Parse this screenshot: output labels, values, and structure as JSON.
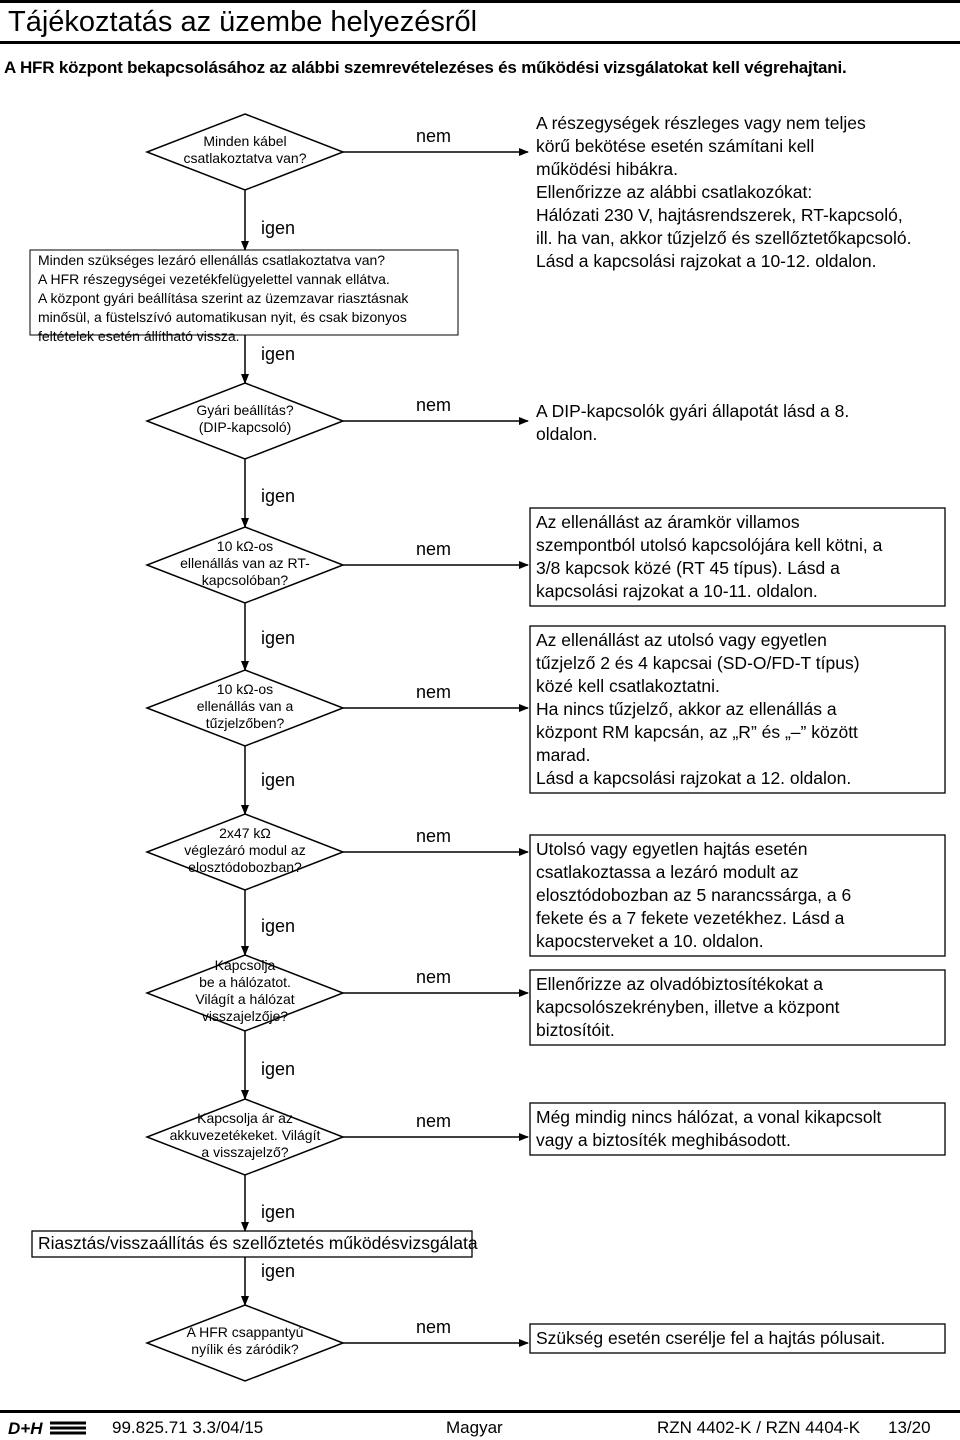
{
  "header": {
    "title": "Tájékoztatás az üzembe helyezésről",
    "subtitle": "A HFR központ bekapcsolásához az alábbi szemrevételezéses és működési vizsgálatokat kell végrehajtani."
  },
  "steps": [
    {
      "question": "Minden kábel\ncsatlakoztatva van?",
      "yes": "igen",
      "no": "nem",
      "note": "A részegységek részleges vagy nem teljes\nkörű bekötése esetén számítani kell\nműködési hibákra.\nEllenőrizze az alábbi csatlakozókat:\nHálózati 230 V, hajtásrendszerek, RT-kapcsoló,\nill. ha van, akkor tűzjelző és szellőztetőkapcsoló.\nLásd a kapcsolási rajzokat a 10-12. oldalon."
    },
    {
      "question": "Gyári beállítás?\n(DIP-kapcsoló)",
      "yes": "igen",
      "no": "nem",
      "note": "A DIP-kapcsolók gyári állapotát lásd a 8.\noldalon."
    },
    {
      "question": "10 kΩ-os\nellenállás van az RT-\nkapcsolóban?",
      "yes": "igen",
      "no": "nem",
      "note": "Az ellenállást az áramkör villamos\nszempontból utolsó kapcsolójára kell kötni, a\n3/8 kapcsok közé (RT 45 típus). Lásd a\nkapcsolási rajzokat a 10-11. oldalon."
    },
    {
      "question": "10 kΩ-os\nellenállás van a\ntűzjelzőben?",
      "yes": "igen",
      "no": "nem",
      "note": "Az ellenállást az utolsó vagy egyetlen\ntűzjelző 2 és 4 kapcsai (SD-O/FD-T típus)\nközé kell csatlakoztatni.\nHa nincs tűzjelző, akkor az ellenállás a\nközpont RM kapcsán, az „R” és „–” között\nmarad.\nLásd a kapcsolási rajzokat a 12. oldalon."
    },
    {
      "question": "2x47 kΩ\nvéglezáró modul az\nelosztódobozban?",
      "yes": "igen",
      "no": "nem",
      "note": "Utolsó vagy egyetlen hajtás esetén\ncsatlakoztassa a lezáró modult az\nelosztódobozban az 5 narancssárga, a 6\nfekete és a 7 fekete vezetékhez. Lásd a\nkapocsterveket a 10. oldalon."
    },
    {
      "question": "Kapcsolja\nbe a hálózatot.\nVilágít a hálózat\nvisszajelzője?",
      "yes": "igen",
      "no": "nem",
      "note": "Ellenőrizze az olvadóbiztosítékokat a\nkapcsolószekrényben, illetve a központ\nbiztosítóit."
    },
    {
      "question": "Kapcsolja ár az\nakkuvezetékeket. Világít\na visszajelző?",
      "yes": "igen",
      "no": "nem",
      "note": "Még mindig nincs hálózat, a vonal kikapcsolt\nvagy a biztosíték meghibásodott."
    },
    {
      "question": "A HFR csappantyú\nnyílik és záródik?",
      "yes": "",
      "no": "nem",
      "note": "Szükség esetén cserélje fel a hajtás pólusait."
    }
  ],
  "info_box": {
    "text": "Minden szükséges lezáró ellenállás csatlakoztatva van?\nA HFR részegységei vezetékfelügyelettel vannak ellátva.\nA központ gyári beállítása szerint az üzemzavar riasztásnak\nminősül, a füstelszívó automatikusan nyit, és csak bizonyos\nfeltételek esetén állítható vissza.",
    "yes": "igen"
  },
  "test_box": {
    "text": "Riasztás/visszaállítás és szellőztetés működésvizsgálata",
    "yes": "igen"
  },
  "footer": {
    "logo": "D+H",
    "doc": "99.825.71 3.3/04/15",
    "language": "Magyar",
    "product": "RZN 4402-K / RZN 4404-K",
    "page": "13/20"
  }
}
